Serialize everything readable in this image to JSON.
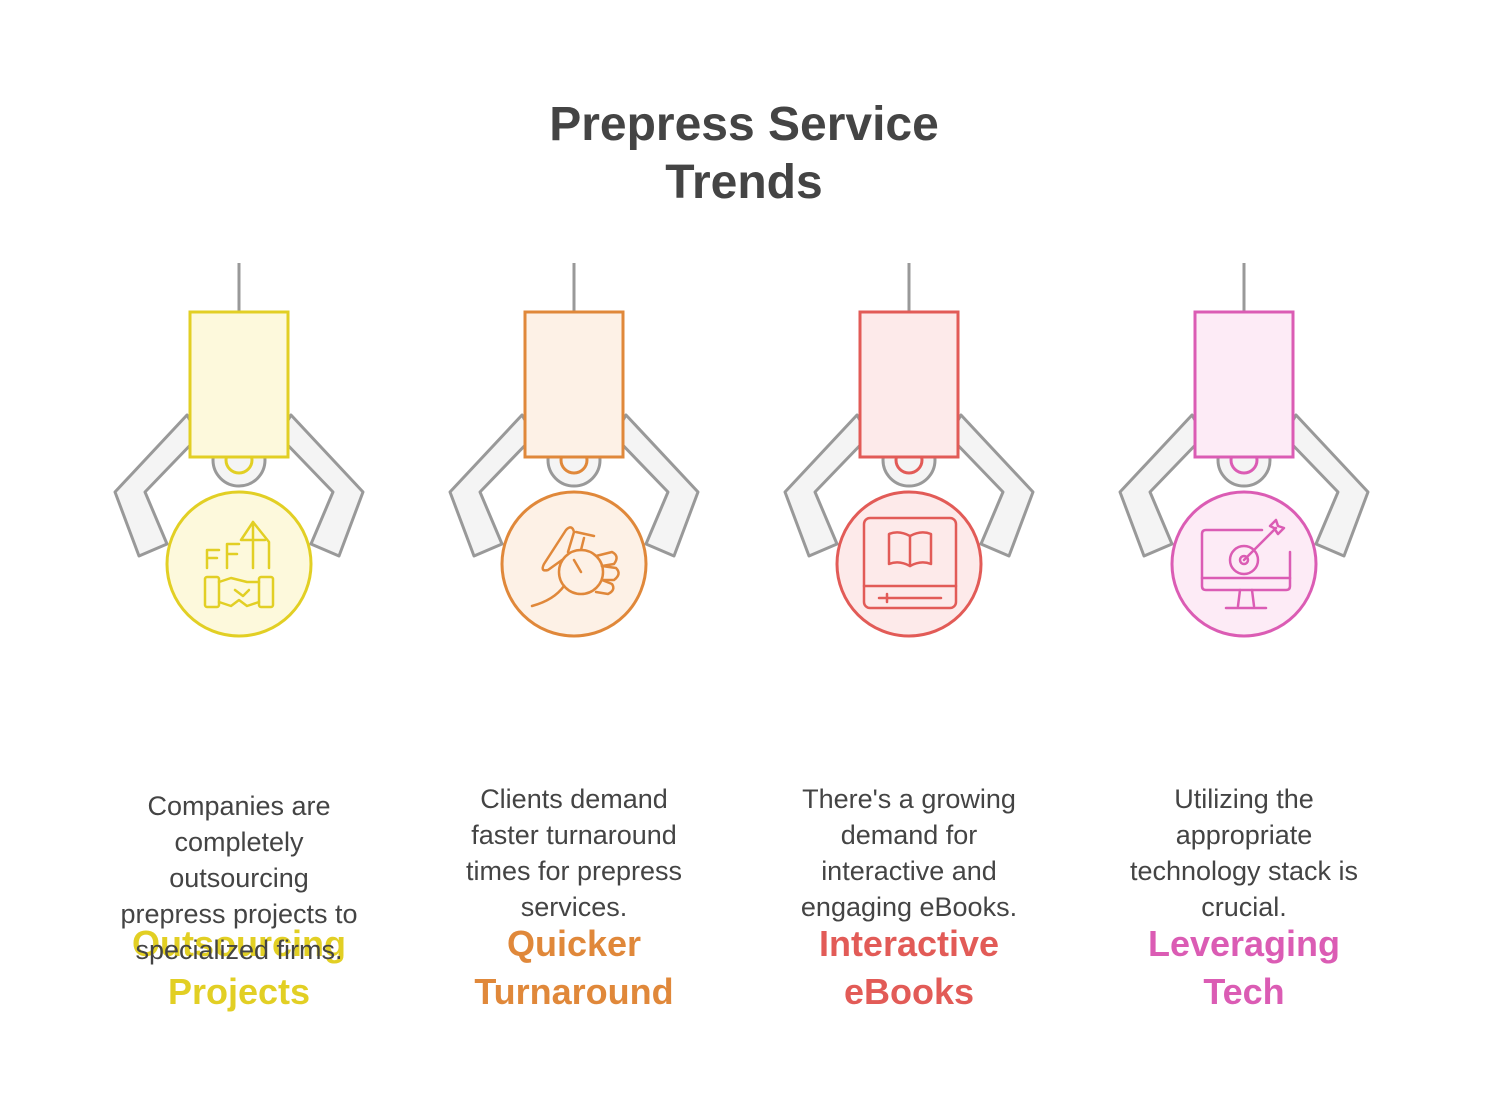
{
  "title_lines": [
    "Prepress Service",
    "Trends"
  ],
  "cards": [
    {
      "id": "outsourcing",
      "heading_lines": [
        "Outsourcing",
        "Projects"
      ],
      "desc_lines": [
        "Companies are",
        "completely",
        "outsourcing",
        "prepress projects to",
        "specialized firms."
      ],
      "icon": "handshake-icon",
      "color": "#e2cf24",
      "fill": "#fdf9dc"
    },
    {
      "id": "turnaround",
      "heading_lines": [
        "Quicker",
        "Turnaround"
      ],
      "desc_lines": [
        "Clients demand",
        "faster turnaround",
        "times for prepress",
        "services."
      ],
      "icon": "stopwatch-hand-icon",
      "color": "#e0883a",
      "fill": "#fdf1e6"
    },
    {
      "id": "ebooks",
      "heading_lines": [
        "Interactive",
        "eBooks"
      ],
      "desc_lines": [
        "There's a growing",
        "demand for",
        "interactive and",
        "engaging eBooks."
      ],
      "icon": "ebook-icon",
      "color": "#e25b57",
      "fill": "#fdeaea"
    },
    {
      "id": "tech",
      "heading_lines": [
        "Leveraging",
        "Tech"
      ],
      "desc_lines": [
        "Utilizing the",
        "appropriate",
        "technology stack is",
        "crucial."
      ],
      "icon": "monitor-target-icon",
      "color": "#db5cb4",
      "fill": "#fdebf6"
    }
  ]
}
